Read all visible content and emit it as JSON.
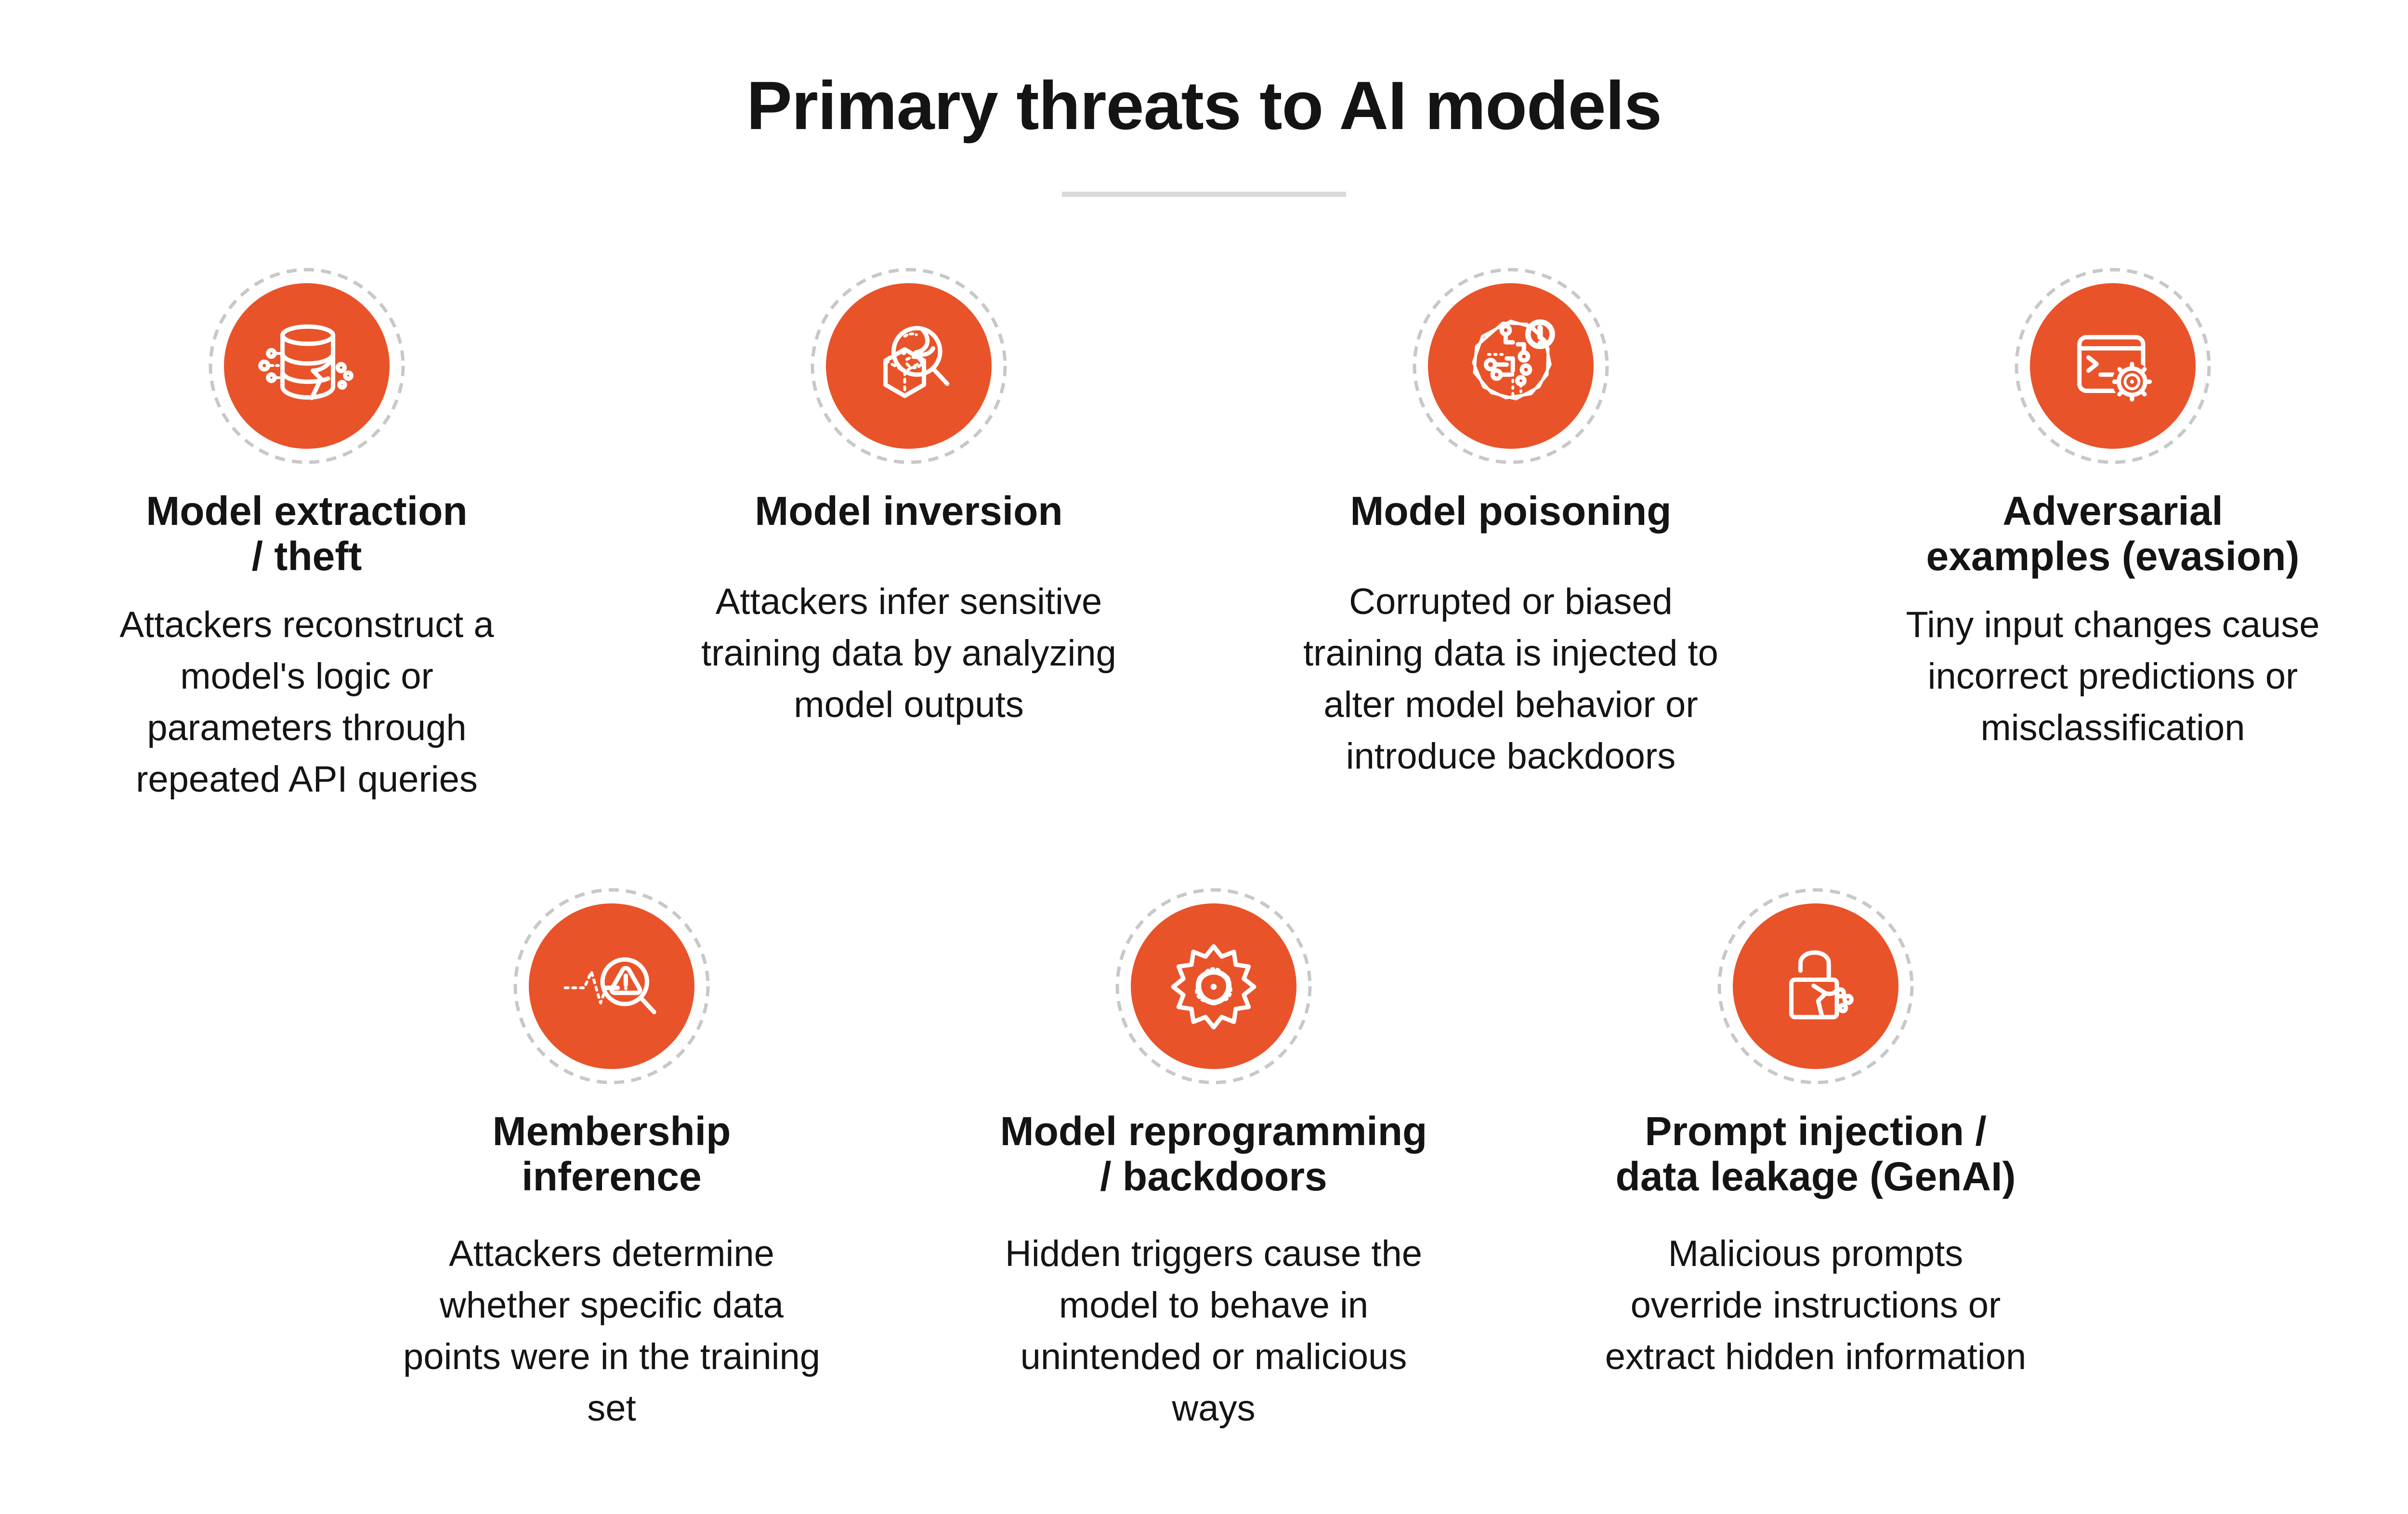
{
  "page": {
    "title": "Primary threats to AI models",
    "background": "#FFFFFF",
    "accent_orange": "#E95329",
    "ring_gray": "#C8C8C8",
    "divider_gray": "#DBDBDB",
    "text_color": "#141414"
  },
  "cards": [
    {
      "icon": "database-crack-icon",
      "title": "Model extraction\n/ theft",
      "body": "Attackers reconstruct a\nmodel's logic or\nparameters through\nrepeated API queries"
    },
    {
      "icon": "model-inversion-magnifier-icon",
      "title": "Model inversion",
      "body": "Attackers infer sensitive\ntraining data by analyzing\nmodel outputs"
    },
    {
      "icon": "circuit-alert-icon",
      "title": "Model poisoning",
      "body": "Corrupted or biased\ntraining data is injected to\nalter model behavior or\nintroduce backdoors"
    },
    {
      "icon": "terminal-biohazard-icon",
      "title": "Adversarial\nexamples (evasion)",
      "body": "Tiny input changes cause\nincorrect predictions or\nmisclassification"
    },
    {
      "icon": "waveform-magnifier-alert-icon",
      "title": "Membership\ninference",
      "body": "Attackers determine\nwhether specific data\npoints were in the training\nset"
    },
    {
      "icon": "gear-biohazard-icon",
      "title": "Model reprogramming\n/ backdoors",
      "body": "Hidden triggers cause the\nmodel to behave in\nunintended or malicious\nways"
    },
    {
      "icon": "broken-padlock-icon",
      "title": "Prompt injection /\ndata leakage (GenAI)",
      "body": "Malicious prompts\noverride instructions or\nextract hidden information"
    }
  ]
}
